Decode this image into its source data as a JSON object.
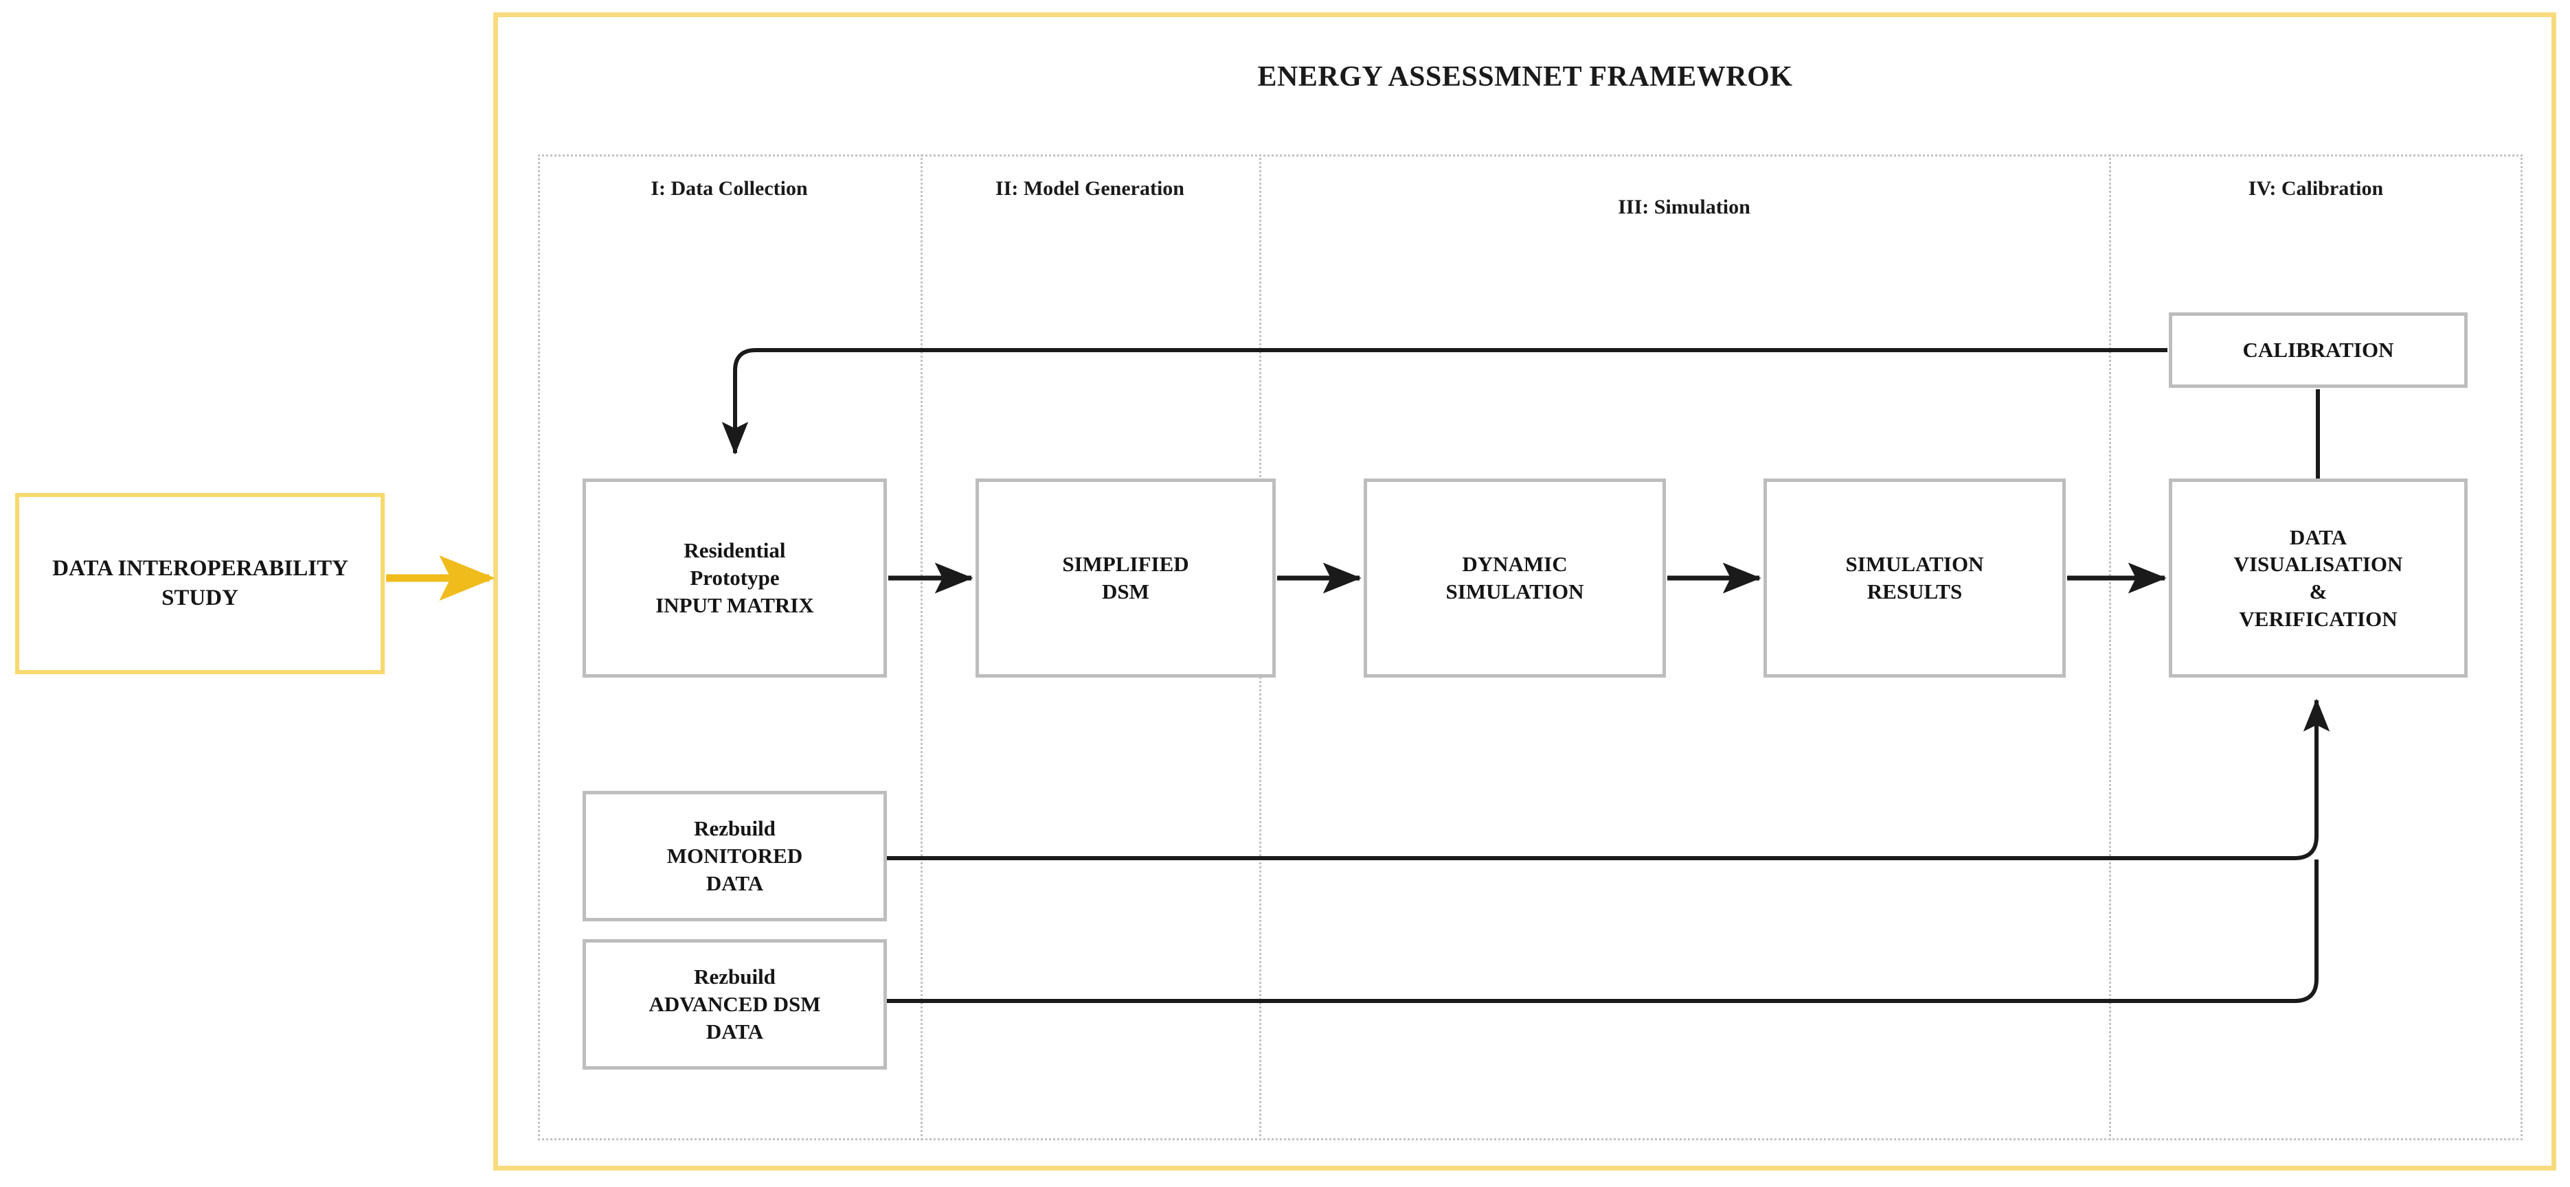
{
  "framework": {
    "title": "ENERGY ASSESSMNET FRAMEWROK",
    "border_color": "#f7db7e"
  },
  "input_study": {
    "lines": [
      "DATA",
      "INTEROPERABILITY",
      "STUDY"
    ],
    "border_color": "#f7d96f",
    "arrow_color": "#f0bc1c"
  },
  "stages": [
    {
      "label": "I: Data Collection"
    },
    {
      "label": "II: Model Generation"
    },
    {
      "label": "III: Simulation"
    },
    {
      "label": "IV: Calibration"
    }
  ],
  "boxes": {
    "input_matrix": {
      "lines": [
        "Residential",
        "Prototype",
        "INPUT MATRIX"
      ]
    },
    "simplified_dsm": {
      "lines": [
        "SIMPLIFIED",
        "DSM"
      ]
    },
    "dynamic_simulation": {
      "lines": [
        "DYNAMIC",
        "SIMULATION"
      ]
    },
    "simulation_results": {
      "lines": [
        "SIMULATION",
        "RESULTS"
      ]
    },
    "data_visualisation": {
      "lines": [
        "DATA",
        "VISUALISATION",
        "&",
        "VERIFICATION"
      ]
    },
    "calibration": {
      "lines": [
        "CALIBRATION"
      ]
    },
    "monitored_data": {
      "lines": [
        "Rezbuild",
        "MONITORED",
        "DATA"
      ]
    },
    "advanced_dsm_data": {
      "lines": [
        "Rezbuild",
        "ADVANCED DSM",
        "DATA"
      ]
    }
  },
  "colors": {
    "box_border": "#bdbdbd",
    "connector": "#1a1a1a",
    "divider": "#c2c2c2",
    "text": "#151515"
  }
}
